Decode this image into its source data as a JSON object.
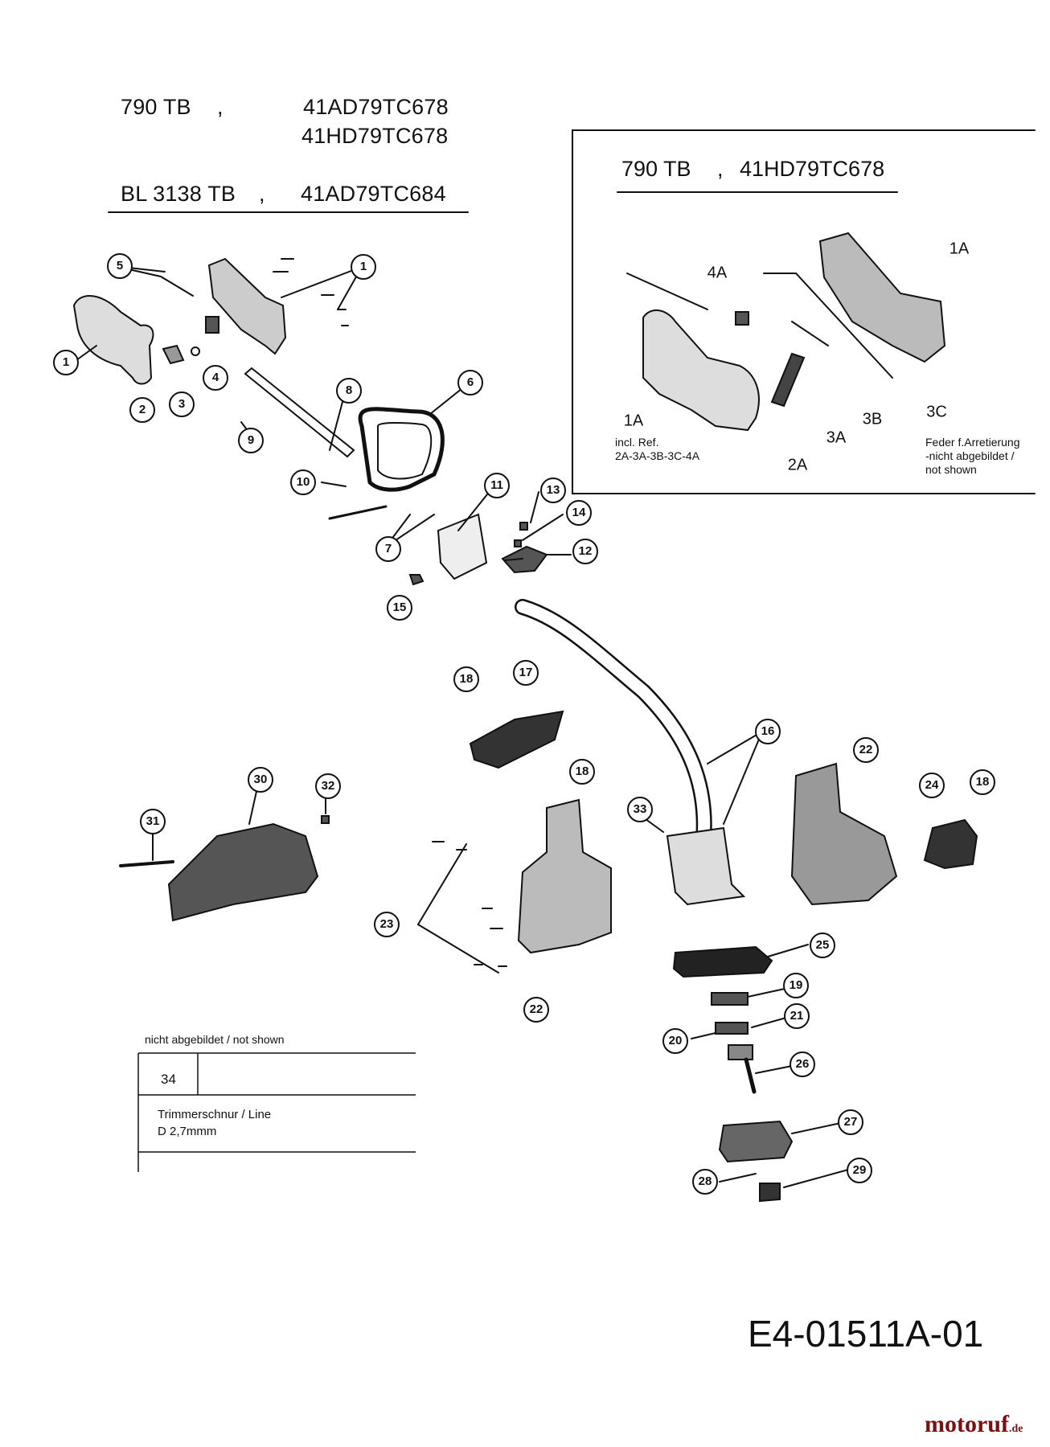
{
  "header": {
    "model_a": "790 TB",
    "comma_a": ",",
    "code_a1": "41AD79TC678",
    "code_a2": "41HD79TC678",
    "model_b": "BL 3138 TB",
    "comma_b": ",",
    "code_b": "41AD79TC684"
  },
  "inset": {
    "title_model": "790 TB",
    "title_comma": ",",
    "title_code": "41HD79TC678",
    "labels": [
      "1A",
      "4A",
      "1A",
      "3B",
      "3C",
      "2A",
      "3A"
    ],
    "incl_ref": [
      "incl. Ref.",
      "2A-3A-3B-3C-4A"
    ],
    "spring_note": [
      "Feder f.Arretierung",
      "-nicht abgebildet /",
      "not shown"
    ]
  },
  "callouts": [
    "1",
    "1",
    "2",
    "3",
    "4",
    "5",
    "6",
    "7",
    "8",
    "9",
    "10",
    "11",
    "12",
    "13",
    "14",
    "15",
    "16",
    "17",
    "18",
    "18",
    "18",
    "19",
    "20",
    "21",
    "22",
    "22",
    "23",
    "24",
    "25",
    "26",
    "27",
    "28",
    "29",
    "30",
    "31",
    "32",
    "33"
  ],
  "not_shown_table": {
    "caption": "nicht abgebildet / not shown",
    "ref": "34",
    "desc_1": "Trimmerschnur / Line",
    "desc_2": "D 2,7mmm"
  },
  "footer": {
    "diagram_code": "E4-01511A-01",
    "brand": "motoruf",
    "brand_suffix": ".de"
  }
}
